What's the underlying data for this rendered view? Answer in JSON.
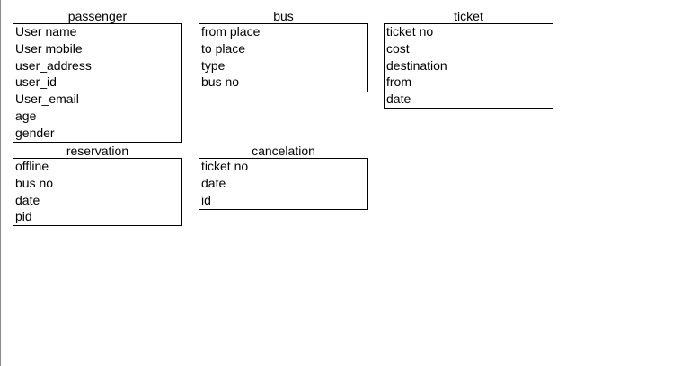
{
  "entities": [
    {
      "id": "ent-passenger",
      "name": "passenger",
      "attributes": [
        "User name",
        "User mobile",
        "user_address",
        "user_id",
        "User_email",
        "age",
        "gender"
      ]
    },
    {
      "id": "ent-bus",
      "name": "bus",
      "attributes": [
        "from place",
        "to place",
        "type",
        "bus no"
      ]
    },
    {
      "id": "ent-ticket",
      "name": "ticket",
      "attributes": [
        "ticket no",
        "cost",
        "destination",
        "from",
        "date"
      ]
    },
    {
      "id": "ent-reservation",
      "name": "reservation",
      "attributes": [
        "offline",
        "bus no",
        "date",
        "pid"
      ]
    },
    {
      "id": "ent-cancelation",
      "name": "cancelation",
      "attributes": [
        "ticket no",
        "date",
        "id"
      ]
    }
  ]
}
